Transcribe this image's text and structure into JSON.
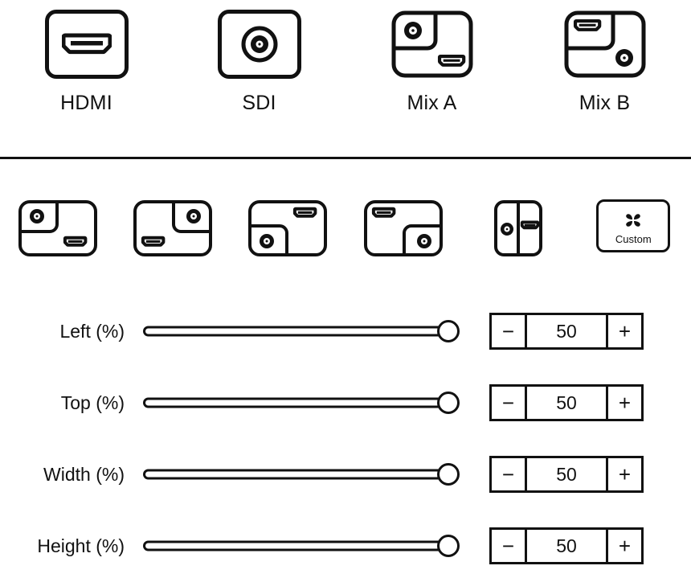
{
  "sources": {
    "items": [
      {
        "label": "HDMI",
        "icon": "hdmi-port-icon"
      },
      {
        "label": "SDI",
        "icon": "sdi-bnc-icon"
      },
      {
        "label": "Mix A",
        "icon": "mix-a-layout-icon"
      },
      {
        "label": "Mix B",
        "icon": "mix-b-layout-icon"
      }
    ]
  },
  "presets": {
    "items": [
      {
        "name": "pip-sdi-top-left",
        "icon": "layout-pip-top-left-sdi-icon"
      },
      {
        "name": "pip-sdi-top-right",
        "icon": "layout-pip-top-right-sdi-icon"
      },
      {
        "name": "pip-sdi-bottom-left",
        "icon": "layout-pip-bottom-left-sdi-icon"
      },
      {
        "name": "pip-sdi-bottom-right",
        "icon": "layout-pip-bottom-right-sdi-icon"
      },
      {
        "name": "split-side-by-side",
        "icon": "layout-split-vertical-icon"
      },
      {
        "name": "custom",
        "icon": "clover-quad-icon",
        "label": "Custom"
      }
    ]
  },
  "controls": {
    "minus_label": "−",
    "plus_label": "+",
    "rows": [
      {
        "label": "Left (%)",
        "value": "50",
        "fill_percent": 100
      },
      {
        "label": "Top (%)",
        "value": "50",
        "fill_percent": 100
      },
      {
        "label": "Width (%)",
        "value": "50",
        "fill_percent": 100
      },
      {
        "label": "Height (%)",
        "value": "50",
        "fill_percent": 100
      }
    ]
  },
  "colors": {
    "stroke": "#111111",
    "background": "#ffffff"
  }
}
